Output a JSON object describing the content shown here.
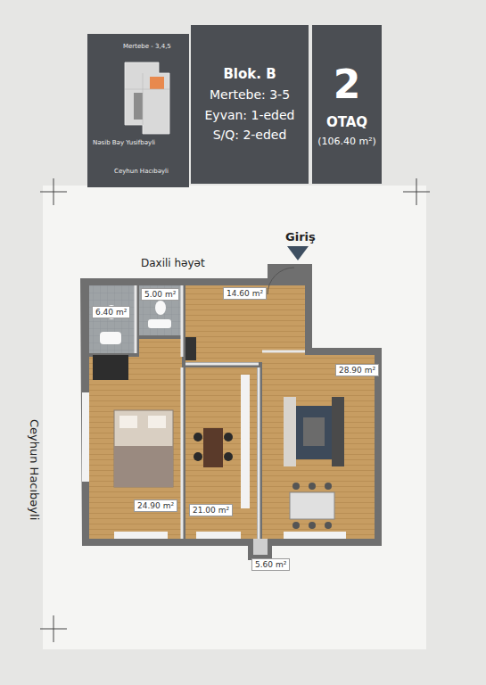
{
  "diagram": {
    "nodes": [
      {
        "text": [
          "2",
          "OTAQ",
          "(106.40 m²)"
        ]
      },
      {
        "text": [
          "Blok. B",
          "Mertebe: 3-5",
          "Eyvan: 1-eded",
          "S/Q: 2-eded"
        ]
      },
      {
        "text": [
          "Mertebe - 3,4,5",
          "Nəsib Bəy Yusifbəyli",
          "Ceyhun Hacıbəyli"
        ]
      }
    ],
    "labels": [
      "Giriş",
      "Daxili həyət",
      "Ceyhun Hacıbəyli",
      "5.00 m²",
      "14.60 m²",
      "6.40 m²",
      "28.90 m²",
      "24.90 m²",
      "21.00 m²",
      "5.60 m²"
    ]
  }
}
